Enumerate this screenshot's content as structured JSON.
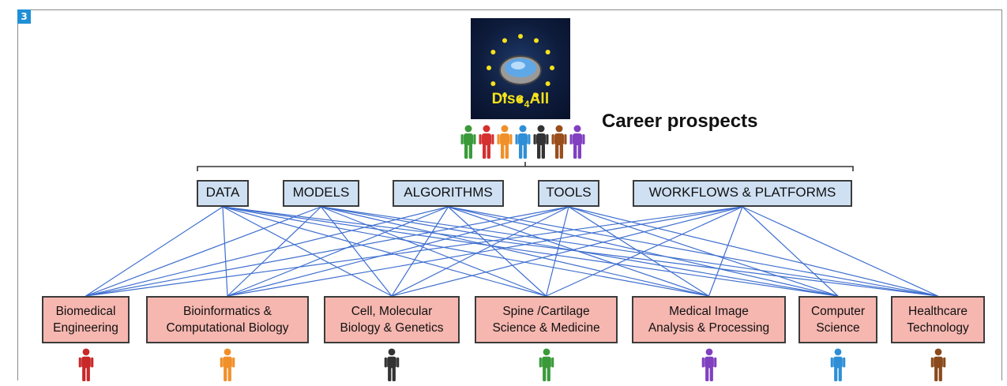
{
  "figure_number": "3",
  "logo": {
    "text_main": "Disc",
    "text_sub": "4",
    "text_end": "All",
    "colors": {
      "background": "#0e1c3c",
      "stars": "#f4e21a",
      "text": "#f4e21a"
    }
  },
  "heading": "Career prospects",
  "prospect_people_colors": [
    "#3a9a3a",
    "#d43030",
    "#f0902a",
    "#2f8fd6",
    "#333333",
    "#9a4e1c",
    "#8040c0"
  ],
  "categories": [
    "DATA",
    "MODELS",
    "ALGORITHMS",
    "TOOLS",
    "WORKFLOWS & PLATFORMS"
  ],
  "disciplines": [
    {
      "line1": "Biomedical",
      "line2": "Engineering",
      "person_color": "#c82828"
    },
    {
      "line1": "Bioinformatics &",
      "line2": "Computational Biology",
      "person_color": "#f0902a"
    },
    {
      "line1": "Cell, Molecular",
      "line2": "Biology & Genetics",
      "person_color": "#333333"
    },
    {
      "line1": "Spine /Cartilage",
      "line2": "Science & Medicine",
      "person_color": "#3a9a3a"
    },
    {
      "line1": "Medical Image",
      "line2": "Analysis & Processing",
      "person_color": "#8040c0"
    },
    {
      "line1": "Computer",
      "line2": "Science",
      "person_color": "#2f8fd6"
    },
    {
      "line1": "Healthcare",
      "line2": "Technology",
      "person_color": "#8a4a1c"
    }
  ],
  "colors": {
    "category_fill": "#cfe0f3",
    "discipline_fill": "#f6b7b0",
    "connector": "#3f6fcf",
    "badge": "#1f8fd6"
  }
}
